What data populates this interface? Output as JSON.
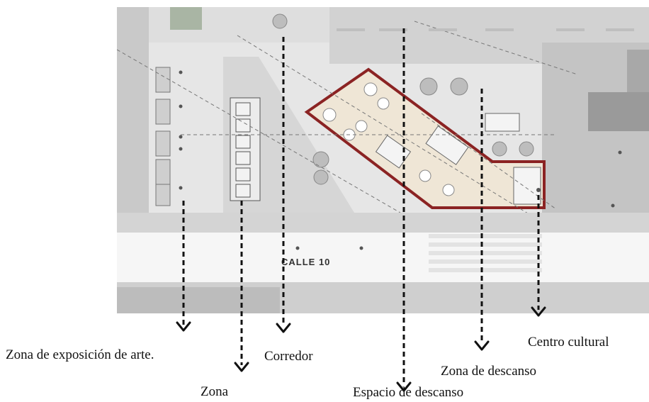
{
  "plan": {
    "street_name": "CALLE 10",
    "highlight_color": "#8b2323"
  },
  "labels": {
    "art_exhibition": "Zona  de exposición de arte.",
    "zona": "Zona",
    "corridor": "Corredor",
    "rest_space": "Espacio de descanso",
    "rest_zone": "Zona de descanso",
    "cultural_center": "Centro cultural"
  }
}
